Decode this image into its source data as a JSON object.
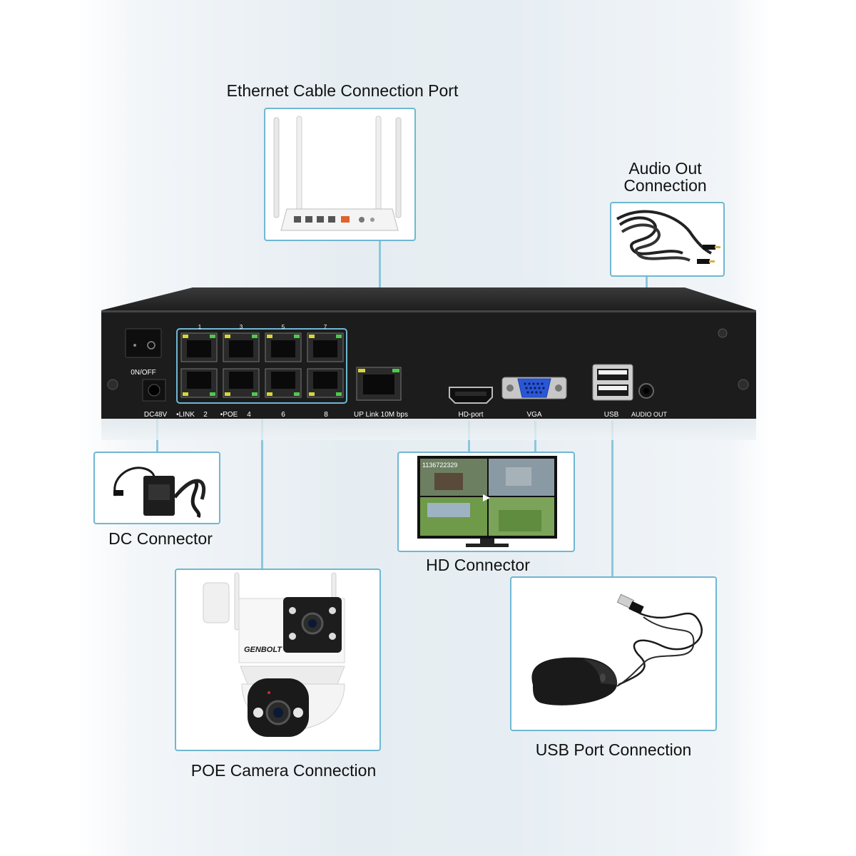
{
  "labels": {
    "ethernet": "Ethernet Cable Connection Port",
    "audio_out": [
      "Audio Out",
      "Connection"
    ],
    "dc_connector": "DC Connector",
    "hd_connector": "HD Connector",
    "poe_camera": "POE Camera Connection",
    "usb_port": "USB Port Connection"
  },
  "nvr": {
    "power_switch": "0N/OFF",
    "dc_port": "DC48V",
    "port_top_numbers": [
      "1",
      "3",
      "5",
      "7"
    ],
    "port_bottom_legend": [
      "•LINK",
      "2",
      "•POE",
      "4",
      "6",
      "8"
    ],
    "uplink": "UP Link 10M bps",
    "hd_port": "HD-port",
    "vga": "VGA",
    "usb": "USB",
    "audio_out": "AUDIO OUT"
  },
  "monitor": {
    "channel_id": "1136722329"
  },
  "camera": {
    "brand": "GENBOLT"
  },
  "colors": {
    "accent": "#6fb7d3",
    "connector_line": "#8cc6dc",
    "nvr_body": "#1c1c1c",
    "port_led_green": "#4ec94e",
    "port_led_yellow": "#d6d63a",
    "vga_blue": "#2a57d6"
  }
}
